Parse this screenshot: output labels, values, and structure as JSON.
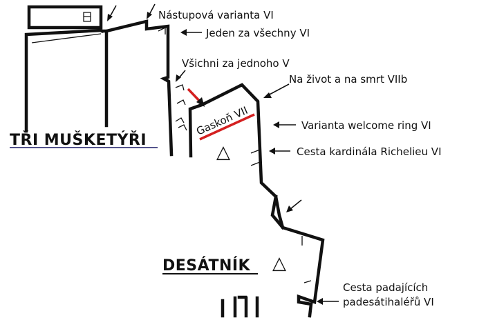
{
  "towers": {
    "left": "TŘI MUŠKETÝŘI",
    "right": "DESÁTNÍK"
  },
  "routes": [
    {
      "id": "nastupova",
      "label": "Nástupová varianta VI"
    },
    {
      "id": "jeden",
      "label": "Jeden za všechny VI"
    },
    {
      "id": "vsichni",
      "label": "Všichni za jednoho V"
    },
    {
      "id": "na-zivot",
      "label": "Na život a na smrt VIIb"
    },
    {
      "id": "gaskon",
      "label": "Gaskoň VII"
    },
    {
      "id": "welcome",
      "label": "Varianta welcome ring VI"
    },
    {
      "id": "kardinal",
      "label": "Cesta kardinála Richelieu VI"
    },
    {
      "id": "padesatnik-1",
      "label": "Cesta padajících"
    },
    {
      "id": "padesatnik-2",
      "label": "padesátihaléřů VI"
    }
  ],
  "summit_symbol": "△",
  "colors": {
    "ink": "#111111",
    "route_highlight": "#d42020"
  }
}
